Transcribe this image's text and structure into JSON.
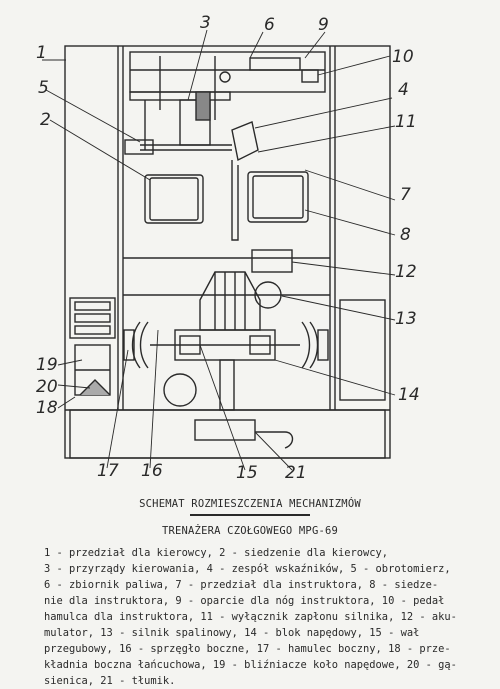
{
  "diagram": {
    "labels": [
      "1",
      "2",
      "3",
      "4",
      "5",
      "6",
      "7",
      "8",
      "9",
      "10",
      "11",
      "12",
      "13",
      "14",
      "15",
      "16",
      "17",
      "18",
      "19",
      "20",
      "21"
    ]
  },
  "caption": {
    "title1": "SCHEMAT ROZMIESZCZENIA MECHANIZMÓW",
    "title2": "TRENAŻERA CZOŁGOWEGO MPG-69"
  },
  "legend": {
    "lines": [
      "1 - przedział dla kierowcy, 2 - siedzenie dla kierowcy,",
      "3 - przyrządy kierowania, 4 - zespół wskaźników, 5 - obrotomierz,",
      "6 - zbiornik paliwa, 7 - przedział dla instruktora, 8 - siedze-",
      "nie dla instruktora, 9 - oparcie dla nóg instruktora, 10 - pedał",
      "hamulca dla instruktora, 11 - wyłącznik zapłonu silnika, 12 - aku-",
      "mulator, 13 - silnik spalinowy, 14 - blok napędowy, 15 - wał",
      "przegubowy, 16 - sprzęgło boczne, 17 - hamulec boczny, 18 - prze-",
      "kładnia boczna łańcuchowa, 19 - bliźniacze koło napędowe, 20 - gą-",
      "sienica, 21 - tłumik."
    ]
  }
}
